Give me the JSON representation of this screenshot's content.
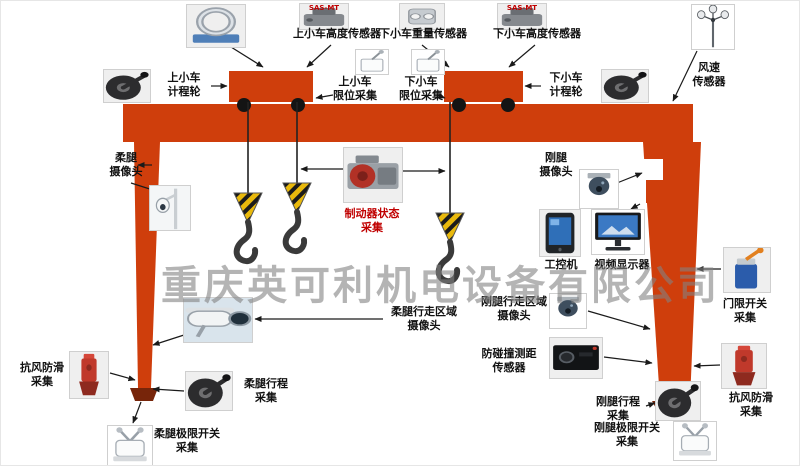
{
  "watermark": {
    "text": "重庆英可利机电设备有限公司"
  },
  "colors": {
    "crane_orange": "#cf3e0c",
    "hazard_yellow": "#e9b90c",
    "brake_label_red": "#c00000",
    "watermark_gray": "#828282"
  },
  "device_labels": {
    "encoder_model": "SAS-MT"
  },
  "labels": {
    "upper_trolley_height_sensor": "上小车高度传感器",
    "lower_trolley_weight_sensor": "下小车重量传感器",
    "lower_trolley_height_sensor": "下小车高度传感器",
    "upper_trolley_odometer": "上小车\n计程轮",
    "upper_trolley_limit": "上小车\n限位采集",
    "lower_trolley_limit": "下小车\n限位采集",
    "lower_trolley_odometer": "下小车\n计程轮",
    "wind_sensor": "风速\n传感器",
    "flexible_leg_camera": "柔腿\n摄像头",
    "brake_status": "制动器状态\n采集",
    "rigid_leg_camera": "刚腿\n摄像头",
    "industrial_pc": "工控机",
    "video_display": "视频显示器",
    "door_limit": "门限开关\n采集",
    "flexible_leg_area_camera": "柔腿行走区域\n摄像头",
    "rigid_leg_area_camera": "刚腿行走区域\n摄像头",
    "anti_collision_sensor": "防碰撞测距\n传感器",
    "wind_antislip_left": "抗风防滑\n采集",
    "flexible_leg_travel": "柔腿行程\n采集",
    "rigid_leg_travel": "刚腿行程\n采集",
    "wind_antislip_right": "抗风防滑\n采集",
    "flexible_leg_limit_switch": "柔腿极限开关\n采集",
    "rigid_leg_limit_switch": "刚腿极限开关\n采集"
  }
}
